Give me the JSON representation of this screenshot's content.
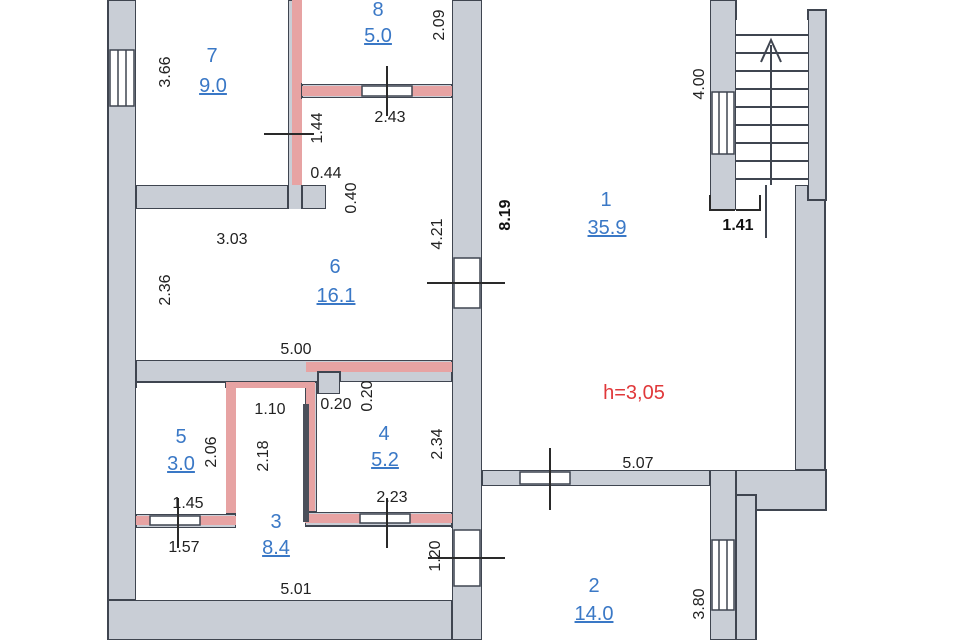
{
  "colors": {
    "room_label": "#3a78c6",
    "height_label": "#e0383a",
    "wall_fill": "#c9ced6",
    "wall_new": "#e7a3a3",
    "dimension_text": "#222222"
  },
  "rooms": [
    {
      "number": "1",
      "area": "35.9"
    },
    {
      "number": "2",
      "area": "14.0"
    },
    {
      "number": "3",
      "area": "8.4"
    },
    {
      "number": "4",
      "area": "5.2"
    },
    {
      "number": "5",
      "area": "3.0"
    },
    {
      "number": "6",
      "area": "16.1"
    },
    {
      "number": "7",
      "area": "9.0"
    },
    {
      "number": "8",
      "area": "5.0"
    }
  ],
  "ceiling_height": "h=3,05",
  "dimensions": {
    "r7_h": "3.66",
    "r8_h": "2.09",
    "r8_w": "2.43",
    "door_144": "1.44",
    "wall_044": "0.44",
    "wall_040": "0.40",
    "r6_w": "3.03",
    "r6_h": "2.36",
    "r6_full_w": "5.00",
    "r6_right_h": "4.21",
    "r1_h": "8.19",
    "stair_h": "4.00",
    "r1_stair_w": "1.41",
    "r4_tl_020": "0.20",
    "r4_tr_020": "0.20",
    "r3_110": "1.10",
    "r3_218": "2.18",
    "r5_h": "2.06",
    "r4_h": "2.34",
    "r5_w": "1.45",
    "r4_w": "2.23",
    "r3_157": "1.57",
    "r3_120": "1.20",
    "r3_w": "5.01",
    "r1_w": "5.07",
    "r2_h": "3.80"
  }
}
